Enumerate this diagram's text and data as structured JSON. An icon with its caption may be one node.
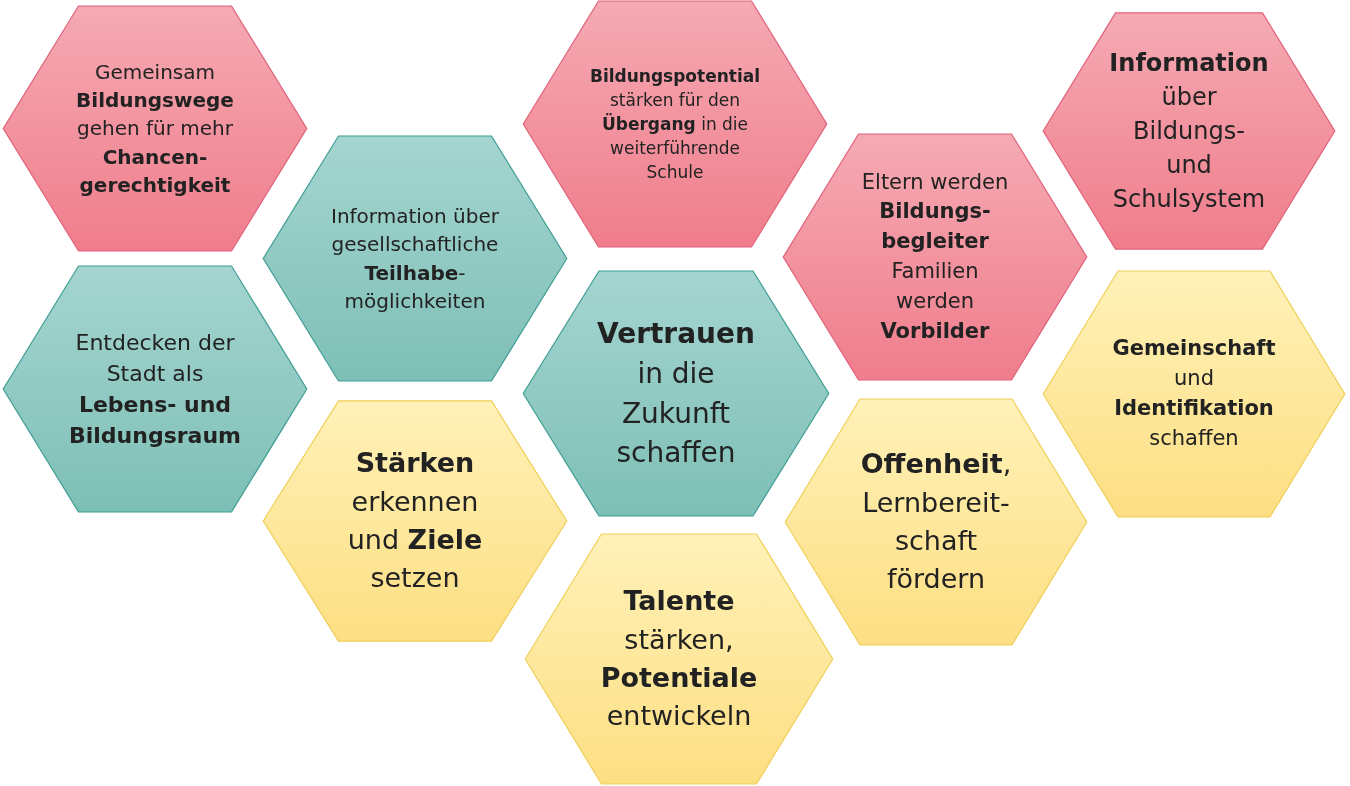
{
  "diagram": {
    "nodes": [
      {
        "text": [
          "Gemeinsam **Bildungswege** gehen für mehr **Chancen- gerechtigkeit**"
        ]
      },
      {
        "text": [
          "**Bildungspotential** stärken für den **Übergang** in die weiterführende Schule"
        ]
      },
      {
        "text": [
          "**Information** über Bildungs- und Schulsystem"
        ]
      },
      {
        "text": [
          "Information über gesellschaftliche **Teilhabe**- möglichkeiten"
        ]
      },
      {
        "text": [
          "Eltern werden **Bildungs- begleiter** Familien werden **Vorbilder**"
        ]
      },
      {
        "text": [
          "Entdecken der Stadt als **Lebens- und Bildungsraum**"
        ]
      },
      {
        "text": [
          "**Vertrauen** in die Zukunft schaffen"
        ]
      },
      {
        "text": [
          "**Gemeinschaft** und **Identifikation** schaffen"
        ]
      },
      {
        "text": [
          "**Stärken** erkennen und **Ziele** setzen"
        ]
      },
      {
        "text": [
          "**Offenheit**, Lernbereit- schaft fördern"
        ]
      },
      {
        "text": [
          "**Talente** stärken, **Potentiale** entwickeln"
        ]
      }
    ]
  }
}
